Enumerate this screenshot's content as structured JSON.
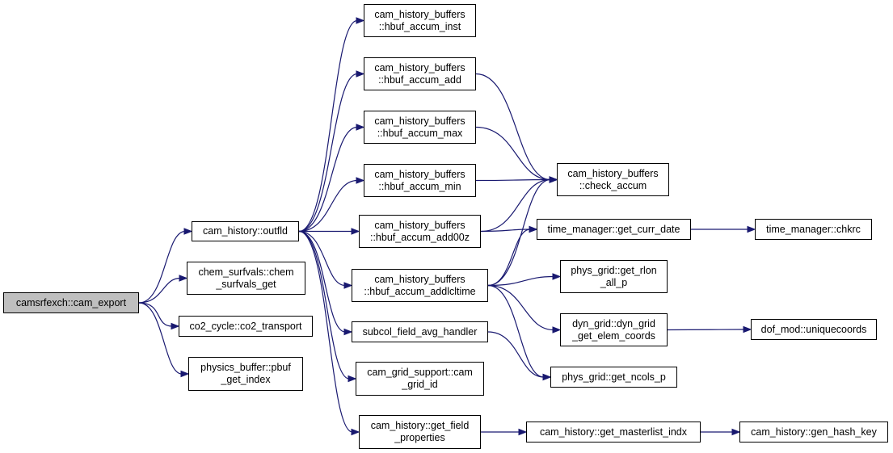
{
  "nodes": {
    "cam_export": [
      "camsrfexch::cam_export"
    ],
    "outfld": [
      "cam_history::outfld"
    ],
    "chem_surfvals_get": [
      "chem_surfvals::chem",
      "_surfvals_get"
    ],
    "co2_transport": [
      "co2_cycle::co2_transport"
    ],
    "pbuf_get_index": [
      "physics_buffer::pbuf",
      "_get_index"
    ],
    "hbuf_accum_inst": [
      "cam_history_buffers",
      "::hbuf_accum_inst"
    ],
    "hbuf_accum_add": [
      "cam_history_buffers",
      "::hbuf_accum_add"
    ],
    "hbuf_accum_max": [
      "cam_history_buffers",
      "::hbuf_accum_max"
    ],
    "hbuf_accum_min": [
      "cam_history_buffers",
      "::hbuf_accum_min"
    ],
    "hbuf_accum_add00z": [
      "cam_history_buffers",
      "::hbuf_accum_add00z"
    ],
    "hbuf_accum_addlcltime": [
      "cam_history_buffers",
      "::hbuf_accum_addlcltime"
    ],
    "subcol_field_avg_handler": [
      "subcol_field_avg_handler"
    ],
    "cam_grid_id": [
      "cam_grid_support::cam",
      "_grid_id"
    ],
    "get_field_properties": [
      "cam_history::get_field",
      "_properties"
    ],
    "check_accum": [
      "cam_history_buffers",
      "::check_accum"
    ],
    "get_curr_date": [
      "time_manager::get_curr_date"
    ],
    "get_rlon_all_p": [
      "phys_grid::get_rlon",
      "_all_p"
    ],
    "dyn_grid_get_elem_coords": [
      "dyn_grid::dyn_grid",
      "_get_elem_coords"
    ],
    "get_ncols_p": [
      "phys_grid::get_ncols_p"
    ],
    "get_masterlist_indx": [
      "cam_history::get_masterlist_indx"
    ],
    "chkrc": [
      "time_manager::chkrc"
    ],
    "uniquecoords": [
      "dof_mod::uniquecoords"
    ],
    "gen_hash_key": [
      "cam_history::gen_hash_key"
    ]
  },
  "edges": [
    [
      "cam_export",
      "outfld"
    ],
    [
      "cam_export",
      "chem_surfvals_get"
    ],
    [
      "cam_export",
      "co2_transport"
    ],
    [
      "cam_export",
      "pbuf_get_index"
    ],
    [
      "outfld",
      "hbuf_accum_inst"
    ],
    [
      "outfld",
      "hbuf_accum_add"
    ],
    [
      "outfld",
      "hbuf_accum_max"
    ],
    [
      "outfld",
      "hbuf_accum_min"
    ],
    [
      "outfld",
      "hbuf_accum_add00z"
    ],
    [
      "outfld",
      "hbuf_accum_addlcltime"
    ],
    [
      "outfld",
      "subcol_field_avg_handler"
    ],
    [
      "outfld",
      "cam_grid_id"
    ],
    [
      "outfld",
      "get_field_properties"
    ],
    [
      "hbuf_accum_add",
      "check_accum"
    ],
    [
      "hbuf_accum_max",
      "check_accum"
    ],
    [
      "hbuf_accum_min",
      "check_accum"
    ],
    [
      "hbuf_accum_add00z",
      "check_accum"
    ],
    [
      "hbuf_accum_add00z",
      "get_curr_date"
    ],
    [
      "hbuf_accum_addlcltime",
      "check_accum"
    ],
    [
      "hbuf_accum_addlcltime",
      "get_curr_date"
    ],
    [
      "hbuf_accum_addlcltime",
      "get_rlon_all_p"
    ],
    [
      "hbuf_accum_addlcltime",
      "dyn_grid_get_elem_coords"
    ],
    [
      "hbuf_accum_addlcltime",
      "get_ncols_p"
    ],
    [
      "subcol_field_avg_handler",
      "get_ncols_p"
    ],
    [
      "get_curr_date",
      "chkrc"
    ],
    [
      "dyn_grid_get_elem_coords",
      "uniquecoords"
    ],
    [
      "get_field_properties",
      "get_masterlist_indx"
    ],
    [
      "get_masterlist_indx",
      "gen_hash_key"
    ]
  ],
  "colors": {
    "edge": "#191970",
    "root_fill": "#bfbfbf",
    "node_fill": "#ffffff",
    "node_border": "#000000"
  }
}
